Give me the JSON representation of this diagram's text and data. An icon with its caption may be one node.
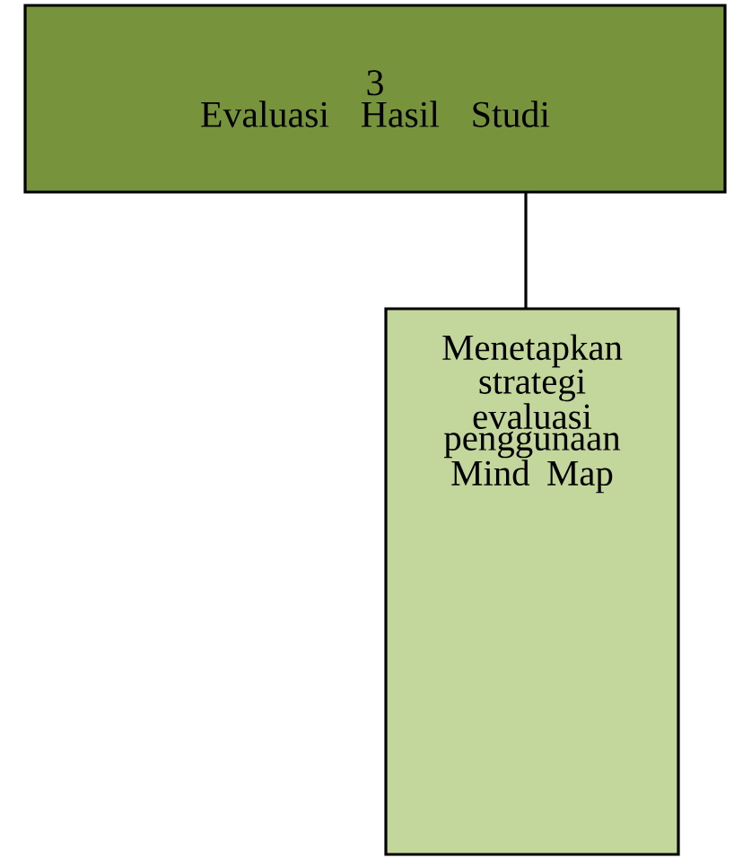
{
  "diagram": {
    "nodes": [
      {
        "text": [
          "3",
          "Evaluasi Hasil Studi"
        ]
      },
      {
        "text": [
          "Menetapkan strategi evaluasi penggunaan Mind Map"
        ]
      }
    ],
    "edges": [
      {
        "from": 0,
        "to": 1,
        "arrow": "none"
      }
    ]
  }
}
